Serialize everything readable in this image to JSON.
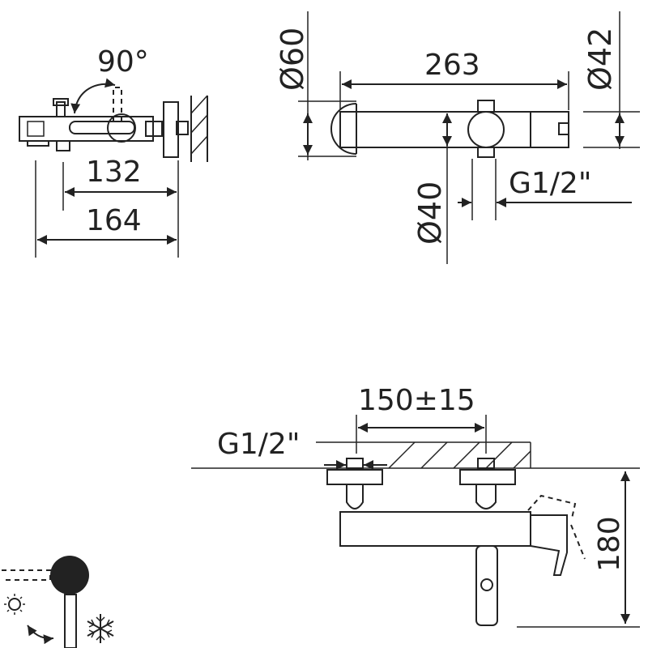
{
  "side_view": {
    "angle_label": "90°",
    "dim_inner": "132",
    "dim_outer": "164"
  },
  "top_view": {
    "dim_width": "263",
    "dia_escutcheon": "Ø60",
    "dia_body": "Ø42",
    "dia_inlet": "Ø40",
    "thread": "G1/2\""
  },
  "front_view": {
    "dim_spacing": "150±15",
    "thread": "G1/2\"",
    "dim_height": "180"
  },
  "legend": {
    "hot_symbol": "sun-icon",
    "cold_symbol": "snowflake-icon"
  }
}
